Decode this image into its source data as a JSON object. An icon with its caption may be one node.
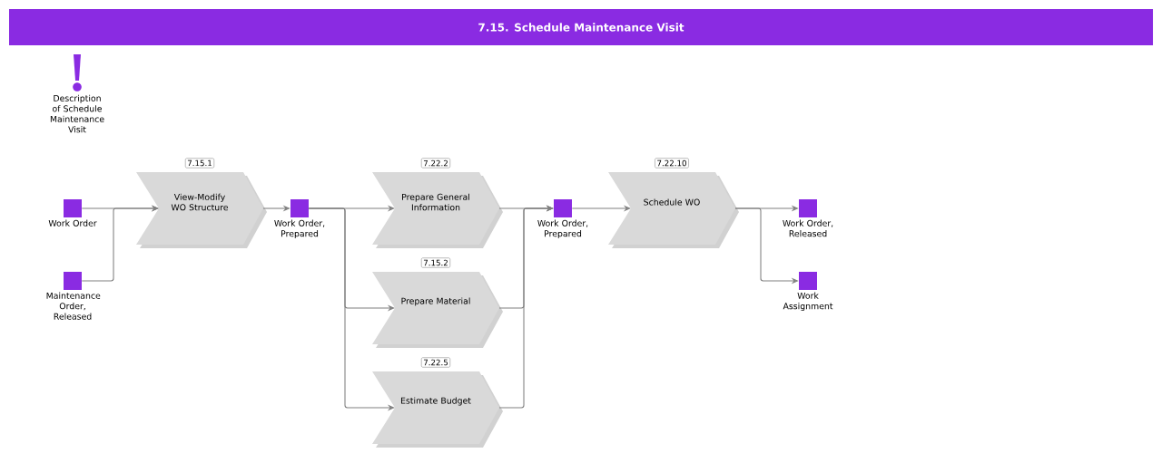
{
  "diagram": {
    "title": "7.15. Schedule Maintenance Visit",
    "nodes": [
      {
        "text": [
          "Work Order"
        ]
      },
      {
        "text": [
          "Maintenance Order, Released"
        ]
      },
      {
        "text": [
          "View-Modify WO Structure"
        ],
        "beside": [
          "7.15.1"
        ]
      },
      {
        "text": [
          "Work Order, Prepared"
        ]
      },
      {
        "text": [
          "Prepare General Information"
        ],
        "beside": [
          "7.22.2"
        ]
      },
      {
        "text": [
          "Prepare Material"
        ],
        "beside": [
          "7.15.2"
        ]
      },
      {
        "text": [
          "Estimate Budget"
        ],
        "beside": [
          "7.22.5"
        ]
      },
      {
        "text": [
          "Work Order, Prepared"
        ]
      },
      {
        "text": [
          "Schedule WO"
        ],
        "beside": [
          "7.22.10"
        ]
      },
      {
        "text": [
          "Work Order, Released"
        ]
      },
      {
        "text": [
          "Work Assignment"
        ]
      }
    ],
    "edges": [
      {
        "from": 0,
        "to": 2,
        "arrow": "to"
      },
      {
        "from": 1,
        "to": 2,
        "arrow": "to"
      },
      {
        "from": 2,
        "to": 3,
        "arrow": "to"
      },
      {
        "from": 3,
        "to": 4,
        "arrow": "to"
      },
      {
        "from": 3,
        "to": 5,
        "arrow": "to"
      },
      {
        "from": 3,
        "to": 6,
        "arrow": "to"
      },
      {
        "from": 4,
        "to": 7,
        "arrow": "to"
      },
      {
        "from": 5,
        "to": 7,
        "arrow": "to"
      },
      {
        "from": 6,
        "to": 7,
        "arrow": "to"
      },
      {
        "from": 7,
        "to": 8,
        "arrow": "to"
      },
      {
        "from": 8,
        "to": 9,
        "arrow": "to"
      },
      {
        "from": 8,
        "to": 10,
        "arrow": "to"
      }
    ],
    "labels": [
      "Description of Schedule Maintenance Visit"
    ]
  }
}
